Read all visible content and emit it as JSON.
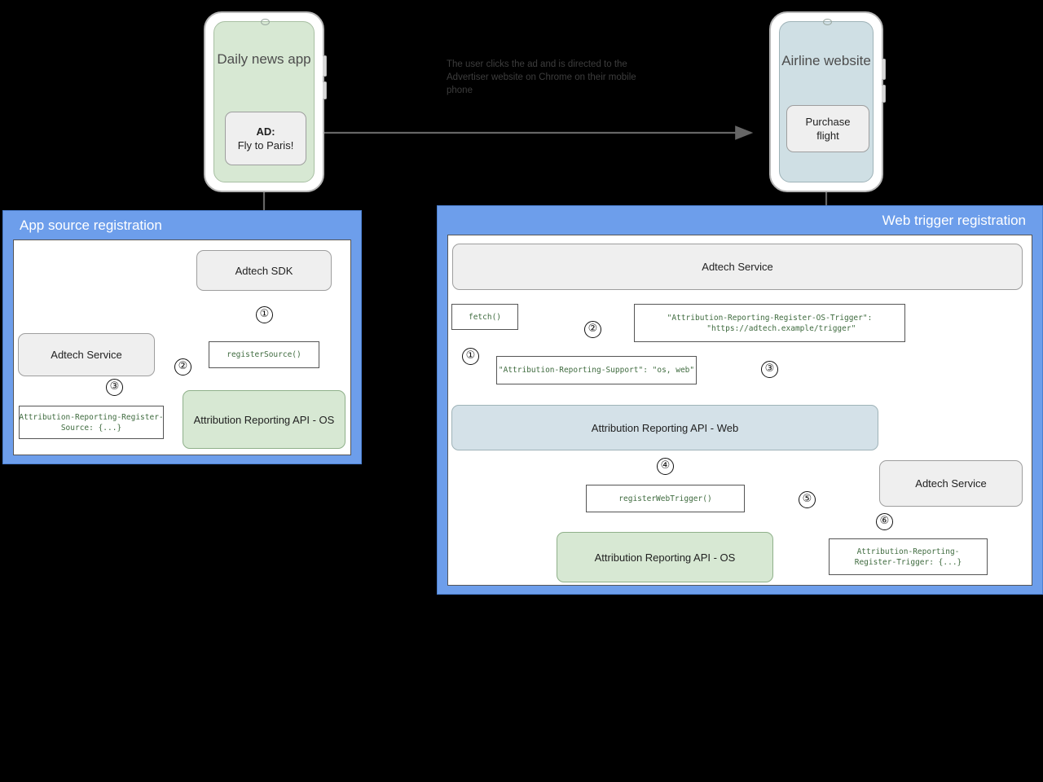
{
  "diagram": {
    "caption": "The user clicks the ad and is directed to the Advertiser website on Chrome on their mobile phone",
    "colors": {
      "panel_blue": "#6d9eeb",
      "node_grey": "#efefef",
      "node_green": "#d7e8d3",
      "node_blue": "#d4e1e8",
      "code_text_green": "#3f6b3f",
      "arrow_grey": "#666666"
    }
  },
  "phones": {
    "left": {
      "title": "Daily news app",
      "card_line1": "AD:",
      "card_line2": "Fly to Paris!"
    },
    "right": {
      "title": "Airline website",
      "card_line1": "Purchase",
      "card_line2": "flight"
    }
  },
  "left_panel": {
    "title": "App source registration",
    "nodes": {
      "sdk": "Adtech SDK",
      "service": "Adtech Service",
      "ara_os": "Attribution Reporting API - OS"
    },
    "code": {
      "register_source": "registerSource()",
      "register_header": "Attribution-Reporting-Register-\nSource: {...}"
    },
    "steps": [
      "①",
      "②",
      "③"
    ]
  },
  "right_panel": {
    "title": "Web trigger registration",
    "nodes": {
      "service_top": "Adtech Service",
      "ara_web": "Attribution Reporting API - Web",
      "ara_os": "Attribution Reporting API - OS",
      "service_bottom": "Adtech Service"
    },
    "code": {
      "fetch": "fetch()",
      "os_trigger_header": "\"Attribution-Reporting-Register-OS-Trigger\":\n     \"https://adtech.example/trigger\"",
      "support_header": "\"Attribution-Reporting-Support\": \"os, web\"",
      "register_web_trigger": "registerWebTrigger()",
      "register_trigger_header": "Attribution-Reporting-\nRegister-Trigger: {...}"
    },
    "steps": [
      "①",
      "②",
      "③",
      "④",
      "⑤",
      "⑥"
    ]
  }
}
